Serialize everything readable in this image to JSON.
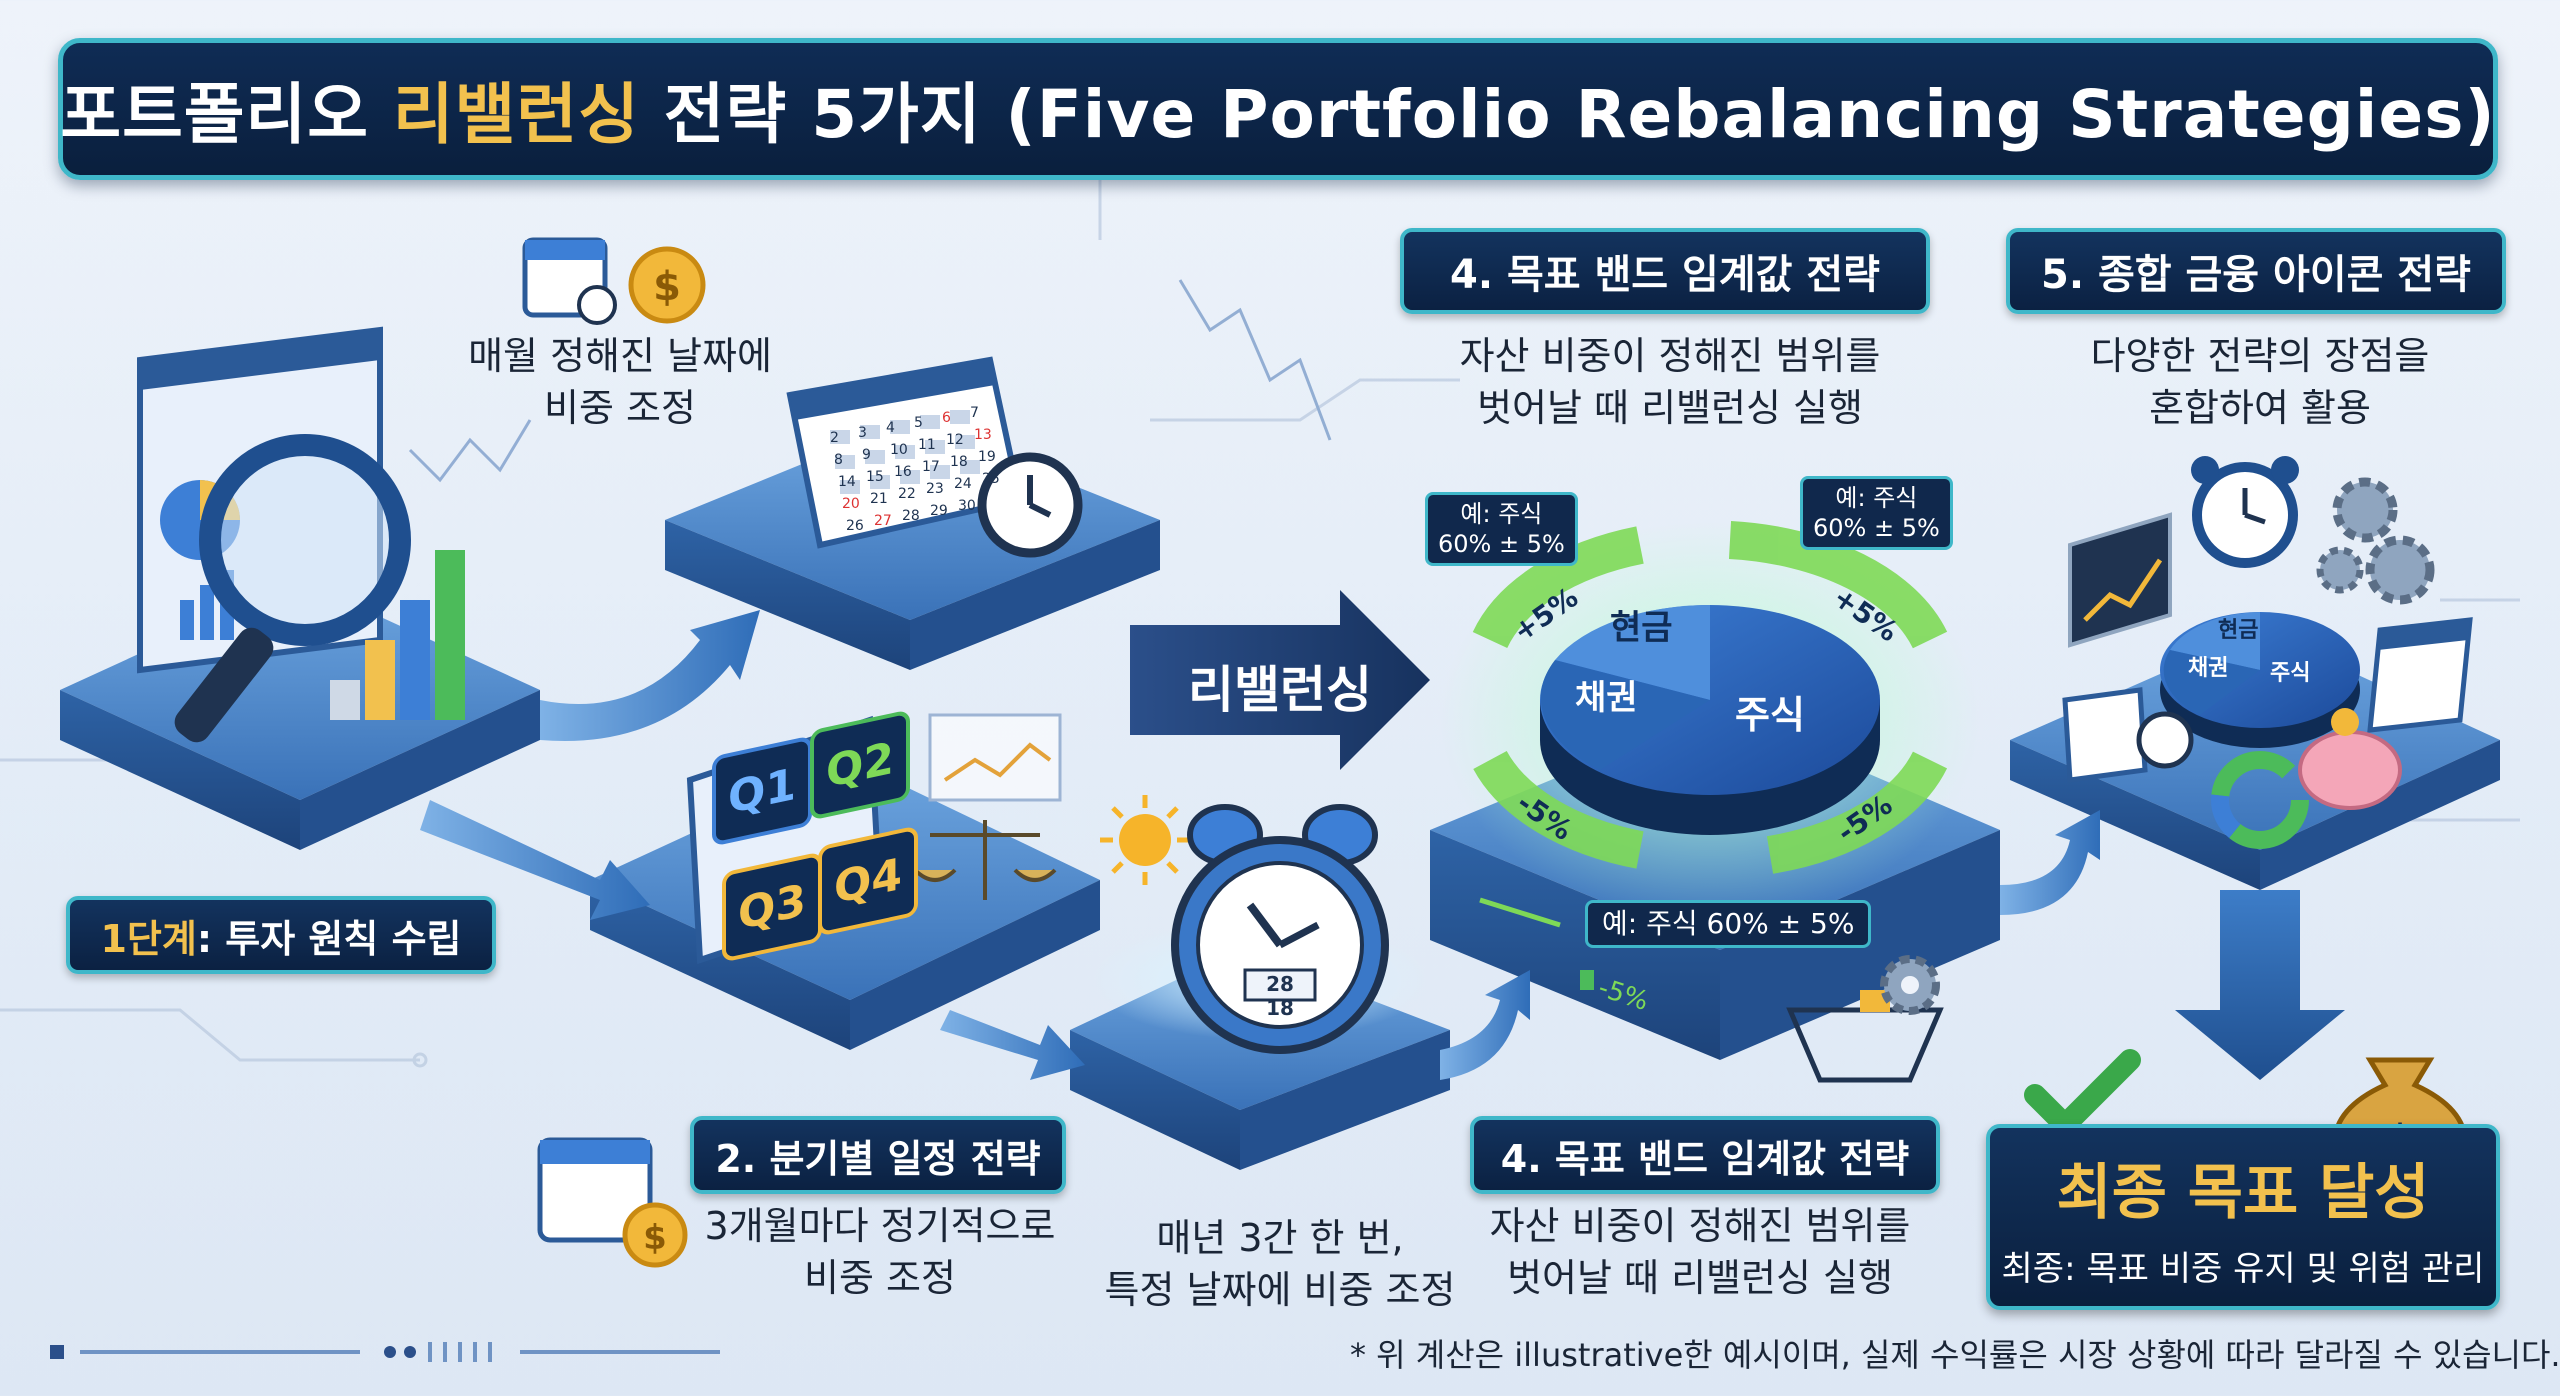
{
  "title": {
    "part1": "포트폴리오 ",
    "highlight": "리밸런싱",
    "part2": " 전략 5가지 (Five Portfolio Rebalancing Strategies)"
  },
  "step1": {
    "label_prefix": "1단계",
    "label_rest": ": 투자 원칙 수립",
    "desc": [
      "매월 정해진 날짜에",
      "비중 조정"
    ]
  },
  "step2": {
    "label": "2. 분기별 일정 전략",
    "desc": [
      "3개월마다 정기적으로",
      "비중 조정"
    ],
    "quarters": [
      "Q1",
      "Q2",
      "Q3",
      "Q4"
    ]
  },
  "step3": {
    "desc": [
      "매년 3간 한 번,",
      "특정 날짜에 비중 조정"
    ],
    "clock_date": "28 18"
  },
  "step4_top": {
    "label": "4. 목표 밴드 임계값 전략",
    "desc": [
      "자산 비중이 정해진 범위를",
      "벗어날 때 리밸런싱 실행"
    ]
  },
  "step4_bottom": {
    "label": "4. 목표 밴드 임계값 전략",
    "desc": [
      "자산 비중이 정해진 범위를",
      "벗어날 때 리밸런싱 실행"
    ]
  },
  "step5": {
    "label": "5. 종합 금융 아이콘 전략",
    "desc": [
      "다양한 전략의 장점을",
      "혼합하여 활용"
    ],
    "pie_labels": [
      "현금",
      "채권",
      "주식"
    ]
  },
  "rebalance_arrow": "리밸런싱",
  "band_pie": {
    "labels": {
      "cash": "현금",
      "bond": "채권",
      "stock": "주식"
    },
    "plus_left": "+5%",
    "plus_right": "+5%",
    "minus_left": "-5%",
    "minus_right": "-5%",
    "platform_minus": "-5%",
    "tag_left": [
      "예: 주식",
      "60% ± 5%"
    ],
    "tag_right": [
      "예: 주식",
      "60% ± 5%"
    ],
    "tag_bottom": "예: 주식 60% ± 5%"
  },
  "final": {
    "title": "최종 목표 달성",
    "subtitle": "최종: 목표 비중 유지 및 위험 관리"
  },
  "footnote": "* 위 계산은 illustrative한 예시이며, 실제 수익률은 시장 상황에 따라 달라질 수 있습니다.",
  "calendar_numbers": [
    "2",
    "3",
    "4",
    "5",
    "6",
    "7",
    "8",
    "9",
    "10",
    "11",
    "12",
    "13",
    "14",
    "15",
    "16",
    "17",
    "18",
    "19",
    "20",
    "21",
    "22",
    "23",
    "24",
    "25",
    "26",
    "27",
    "28",
    "29",
    "30"
  ],
  "colors": {
    "navy": "#0b2142",
    "teal_border": "#3fb7c9",
    "gold": "#f2c14e",
    "platform_top": "#4a86c9",
    "platform_side": "#2a5c9c",
    "green_band": "#7ed957"
  },
  "icons": [
    "magnifier-icon",
    "calendar-icon",
    "clock-icon",
    "coin-icon",
    "scale-icon",
    "sun-icon",
    "alarm-clock-icon",
    "gear-icon",
    "piggy-bank-icon",
    "money-bag-icon",
    "checkmark-icon",
    "chart-icon"
  ]
}
